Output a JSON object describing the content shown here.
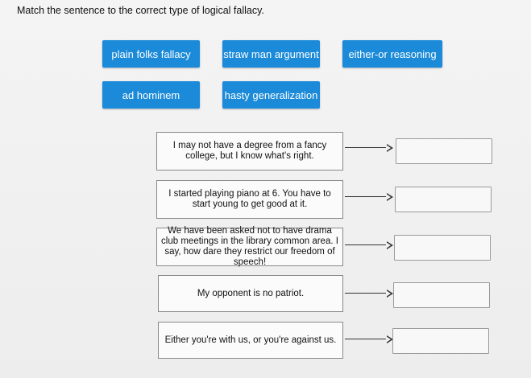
{
  "instruction": "Match the sentence to the correct type of logical fallacy.",
  "tiles": [
    {
      "label": "plain folks fallacy"
    },
    {
      "label": "straw man argument"
    },
    {
      "label": "either-or reasoning"
    },
    {
      "label": "ad hominem"
    },
    {
      "label": "hasty generalization"
    }
  ],
  "sentences": [
    {
      "text": "I may not have a degree from a fancy college, but I know what's right."
    },
    {
      "text": "I started playing piano at 6. You have to start young to get good at it."
    },
    {
      "text": "We have been asked not to have drama club meetings in the library common area. I say, how dare they restrict our freedom of speech!"
    },
    {
      "text": "My opponent is no patriot."
    },
    {
      "text": "Either you're with us, or you're against us."
    }
  ],
  "colors": {
    "tile": "#1a8ad9",
    "tile_text": "#ffffff"
  }
}
